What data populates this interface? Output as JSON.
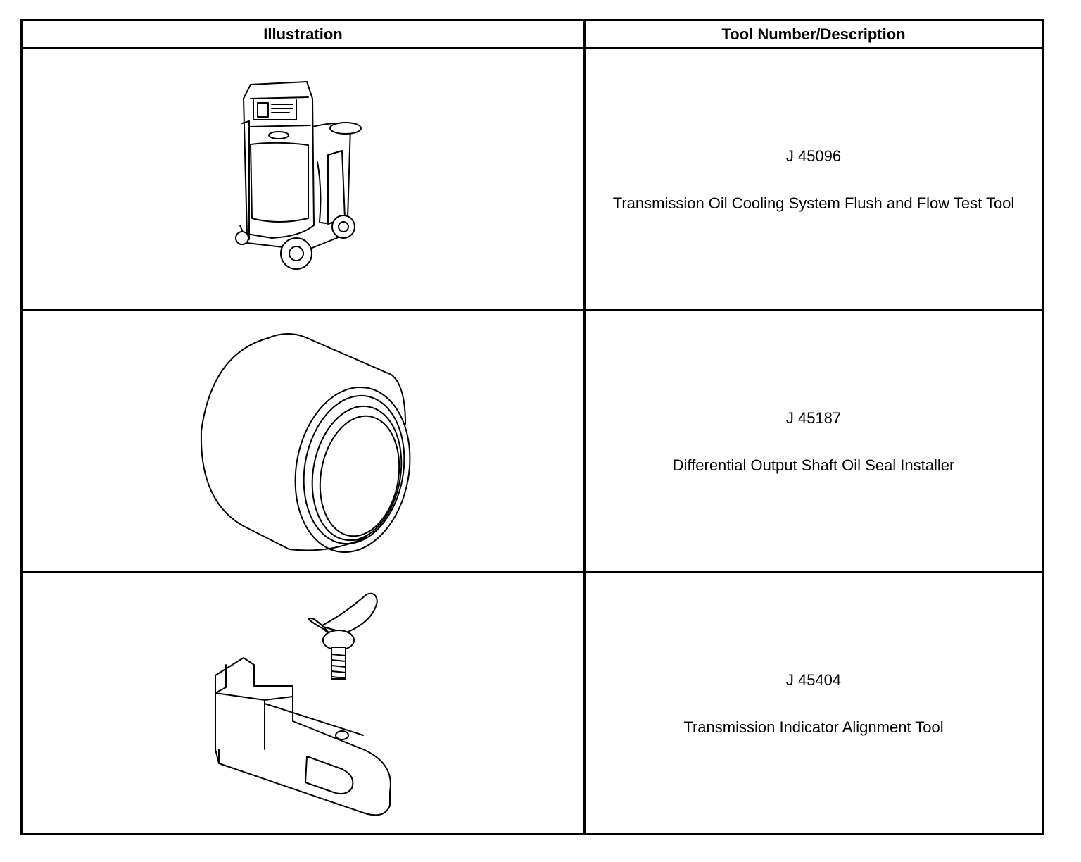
{
  "table": {
    "headers": {
      "illustration": "Illustration",
      "description": "Tool Number/Description"
    },
    "rows": [
      {
        "tool_number": "J 45096",
        "description": "Transmission Oil Cooling System Flush and Flow Test Tool",
        "illustration_icon": "flush-cart-icon"
      },
      {
        "tool_number": "J 45187",
        "description": "Differential Output Shaft Oil Seal Installer",
        "illustration_icon": "seal-installer-icon"
      },
      {
        "tool_number": "J 45404",
        "description": "Transmission Indicator Alignment Tool",
        "illustration_icon": "alignment-tool-icon"
      }
    ]
  }
}
